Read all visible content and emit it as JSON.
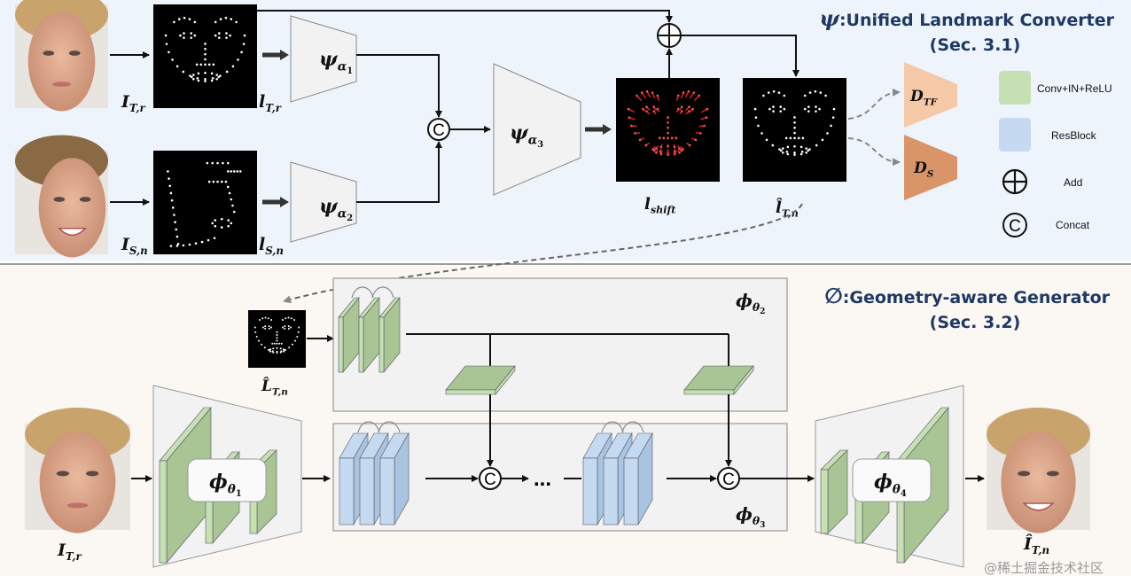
{
  "section1": {
    "symbol": "ψ",
    "title": ":Unified Landmark Converter",
    "subtitle": "(Sec. 3.1)",
    "labels": {
      "I_Tr": {
        "main": "I",
        "sub": "T,r"
      },
      "l_Tr": {
        "main": "l",
        "sub": "T,r"
      },
      "I_Sn": {
        "main": "I",
        "sub": "S,n"
      },
      "l_Sn": {
        "main": "l",
        "sub": "S,n"
      },
      "psi_a1": {
        "main": "ψ",
        "sub": "α",
        "subsub": "1"
      },
      "psi_a2": {
        "main": "ψ",
        "sub": "α",
        "subsub": "2"
      },
      "psi_a3": {
        "main": "ψ",
        "sub": "α",
        "subsub": "3"
      },
      "l_shift": {
        "main": "l",
        "sub": "shift"
      },
      "l_hat_Tn": {
        "main": "l̂",
        "sub": "T,n"
      },
      "D_TF": {
        "main": "D",
        "sub": "TF"
      },
      "D_S": {
        "main": "D",
        "sub": "S"
      }
    },
    "concat_symbol": "C"
  },
  "legend": {
    "items": [
      {
        "label": "Conv+IN+ReLU",
        "color": "#c6e0b4"
      },
      {
        "label": "ResBlock",
        "color": "#c5daf0"
      },
      {
        "label": "Add",
        "icon": "circle-plus-icon"
      },
      {
        "label": "Concat",
        "icon": "circle-c-icon"
      }
    ]
  },
  "section2": {
    "symbol": "∅",
    "title": ":Geometry-aware Generator",
    "subtitle": "(Sec. 3.2)",
    "labels": {
      "L_hat_Tn": {
        "main": "L̂",
        "sub": "T,n"
      },
      "I_Tr": {
        "main": "I",
        "sub": "T,r"
      },
      "I_hat_Tn": {
        "main": "Î",
        "sub": "T,n"
      },
      "phi1": {
        "main": "ϕ",
        "sub": "θ",
        "subsub": "1"
      },
      "phi2": {
        "main": "ϕ",
        "sub": "θ",
        "subsub": "2"
      },
      "phi3": {
        "main": "ϕ",
        "sub": "θ",
        "subsub": "3"
      },
      "phi4": {
        "main": "ϕ",
        "sub": "θ",
        "subsub": "4"
      }
    },
    "ellipsis": "...",
    "concat_symbol": "C"
  },
  "colors": {
    "top_bg": "#eef4fb",
    "bottom_bg": "#fbf8f3",
    "conv": "#a9c593",
    "conv_light": "#c6e0b4",
    "resblock": "#a9c4e0",
    "resblock_light": "#c5daf0",
    "d_tf": "#f5c9a8",
    "d_s": "#d99468",
    "title": "#1f3864"
  },
  "watermark": "@稀土掘金技术社区"
}
